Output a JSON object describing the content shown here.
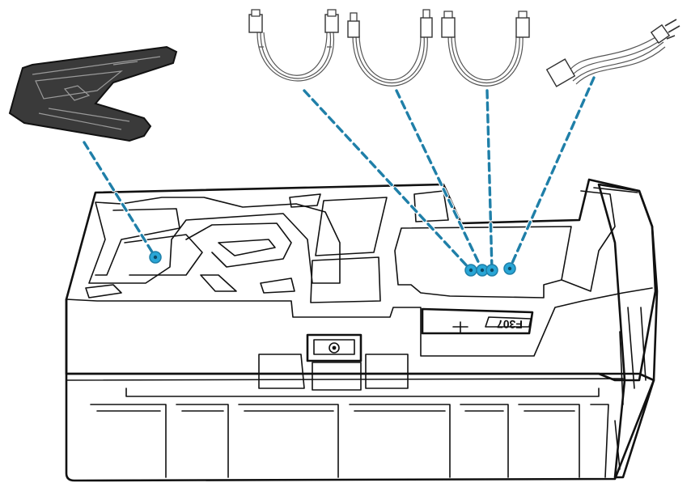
{
  "diagram": {
    "box_label": "F307",
    "colors": {
      "leader": "#1f7fa8",
      "marker": "#29a6d6",
      "outline": "#111111",
      "stand": "#3a3a3a",
      "foam": "#ffffff"
    },
    "items": [
      {
        "id": "stand-base",
        "icon": "stand-base-icon"
      },
      {
        "id": "hdmi-cable",
        "icon": "hdmi-cable-icon"
      },
      {
        "id": "usb-cable",
        "icon": "usb-cable-icon"
      },
      {
        "id": "displayport-cable",
        "icon": "displayport-cable-icon"
      },
      {
        "id": "power-cord",
        "icon": "power-cord-icon"
      }
    ]
  }
}
